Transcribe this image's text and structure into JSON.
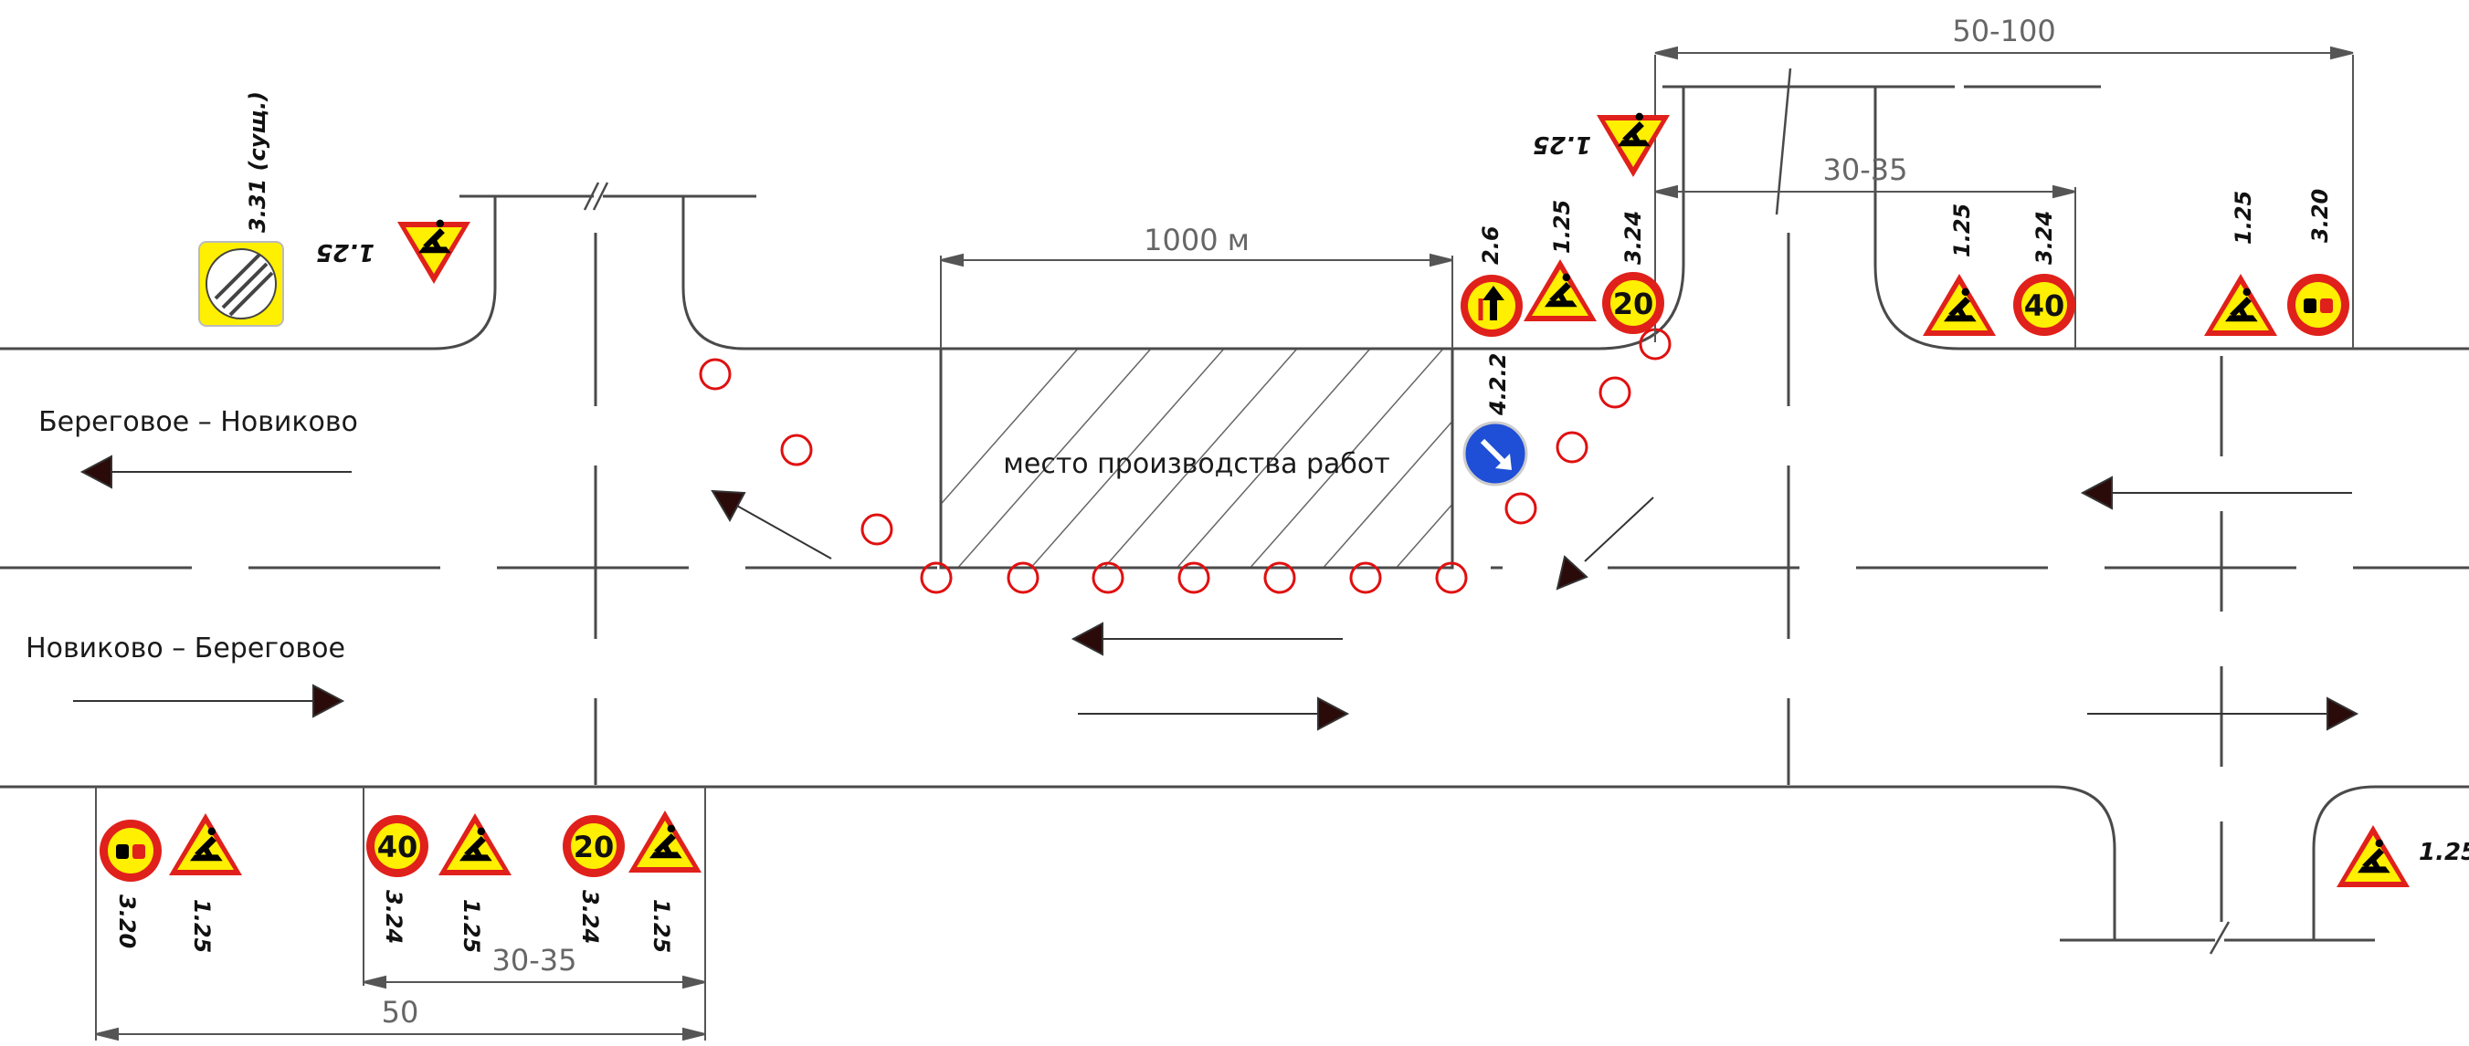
{
  "direction_labels": {
    "upper": "Береговое – Новиково",
    "lower": "Новиково – Береговое"
  },
  "work_zone": {
    "label": "место производства работ",
    "length": "1000 м"
  },
  "dimensions": {
    "top_long": "50-100",
    "top_short": "30-35",
    "bottom_short": "30-35",
    "bottom_long": "50"
  },
  "sign_codes": {
    "road_works": "1.25",
    "detour": "4.2.2",
    "priority_oncoming": "2.6",
    "speed_limit": "3.24",
    "no_overtaking": "3.20",
    "end_restrictions": "3.31 (сущ.)"
  },
  "sign_values": {
    "speed_20": "20",
    "speed_40": "40"
  },
  "colors": {
    "sign_red": "#e0201b",
    "sign_yellow": "#ffef00",
    "detour_blue": "#1e4fd6",
    "cone_red": "#e01010",
    "road_line": "#4a4a4a"
  }
}
